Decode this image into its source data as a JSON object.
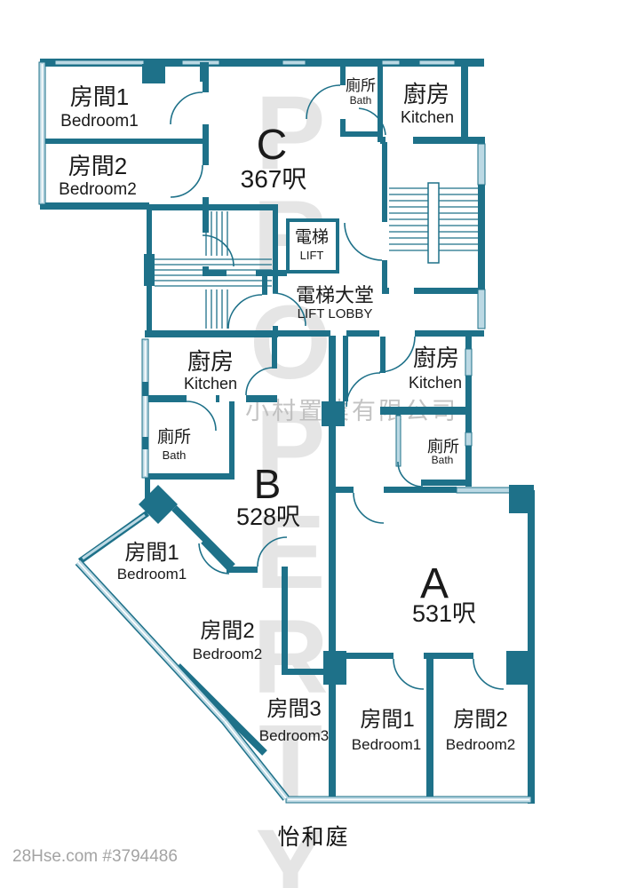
{
  "meta": {
    "building_name": "怡和庭",
    "footer": "28Hse.com #3794486",
    "watermark_company": "小村置業有限公司",
    "watermark_brand": "PROPERTY"
  },
  "colors": {
    "wall_teal": "#1E7189",
    "window_light": "#BCD9E4",
    "label_text": "#1A1A1A",
    "watermark_grey": "#CDCDCD",
    "footer_grey": "#A3A3A3"
  },
  "core": {
    "lift": {
      "zh": "電梯",
      "en": "LIFT"
    },
    "lift_lobby": {
      "zh": "電梯大堂",
      "en": "LIFT LOBBY"
    }
  },
  "units": {
    "c": {
      "letter": "C",
      "area": "367呎",
      "rooms": {
        "bedroom1": {
          "zh": "房間1",
          "en": "Bedroom1"
        },
        "bedroom2": {
          "zh": "房間2",
          "en": "Bedroom2"
        },
        "bath": {
          "zh": "廁所",
          "en": "Bath"
        },
        "kitchen": {
          "zh": "廚房",
          "en": "Kitchen"
        }
      }
    },
    "b": {
      "letter": "B",
      "area": "528呎",
      "rooms": {
        "kitchen": {
          "zh": "廚房",
          "en": "Kitchen"
        },
        "bath": {
          "zh": "廁所",
          "en": "Bath"
        },
        "bedroom1": {
          "zh": "房間1",
          "en": "Bedroom1"
        },
        "bedroom2": {
          "zh": "房間2",
          "en": "Bedroom2"
        },
        "bedroom3": {
          "zh": "房間3",
          "en": "Bedroom3"
        }
      }
    },
    "a": {
      "letter": "A",
      "area": "531呎",
      "rooms": {
        "kitchen": {
          "zh": "廚房",
          "en": "Kitchen"
        },
        "bath": {
          "zh": "廁所",
          "en": "Bath"
        },
        "bedroom1": {
          "zh": "房間1",
          "en": "Bedroom1"
        },
        "bedroom2": {
          "zh": "房間2",
          "en": "Bedroom2"
        }
      }
    }
  }
}
